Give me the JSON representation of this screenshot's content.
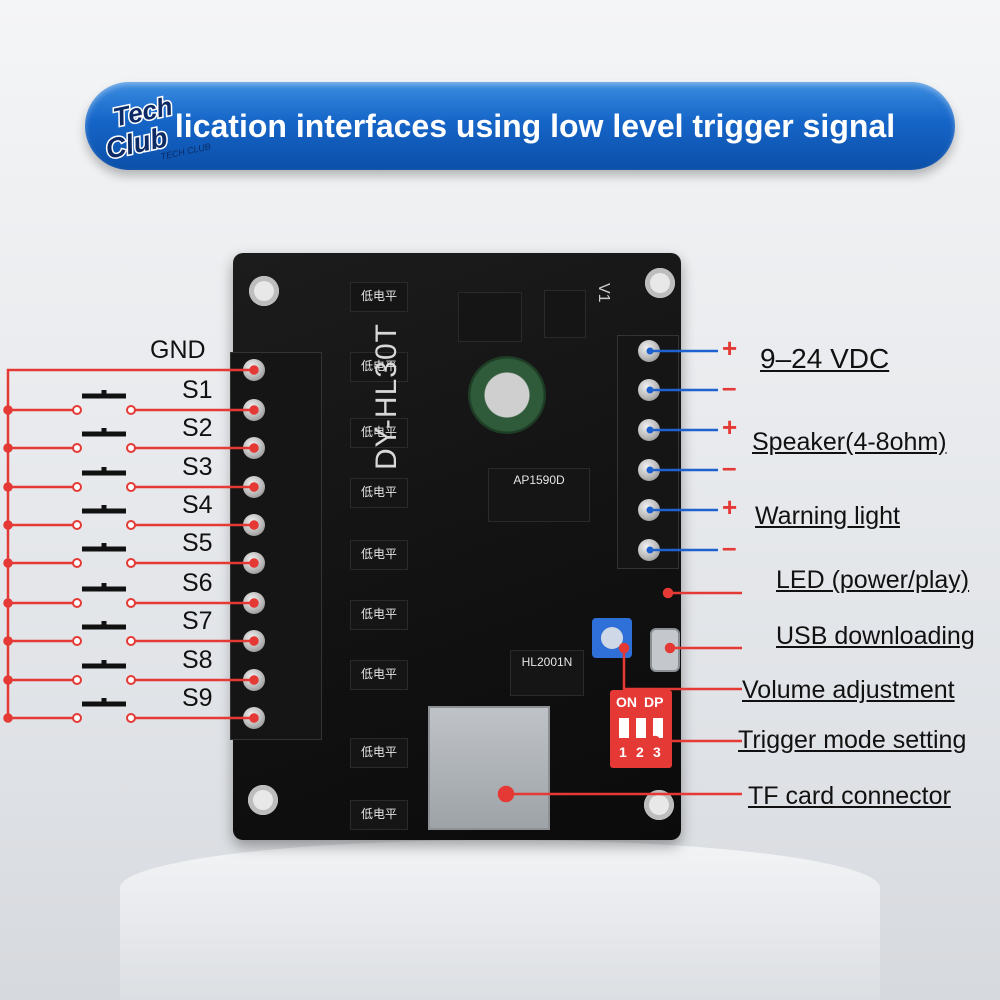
{
  "banner": {
    "text": "Application interfaces using low level trigger signal",
    "visible_text": "lication interfaces using low level trigger signal"
  },
  "logo": {
    "line1": "Tech",
    "line2": "Club",
    "sub": "TECH CLUB"
  },
  "board": {
    "model": "DY-HL30T",
    "version": "V1",
    "chip_label": "低电平",
    "main_chip": "AP1590D",
    "sub_chip": "HL2001N"
  },
  "left_terminals": [
    {
      "label": "GND"
    },
    {
      "label": "S1"
    },
    {
      "label": "S2"
    },
    {
      "label": "S3"
    },
    {
      "label": "S4"
    },
    {
      "label": "S5"
    },
    {
      "label": "S6"
    },
    {
      "label": "S7"
    },
    {
      "label": "S8"
    },
    {
      "label": "S9"
    }
  ],
  "right_terminals": [
    {
      "sign": "+",
      "label": "9–24 VDC"
    },
    {
      "sign": "–"
    },
    {
      "sign": "+",
      "label": "Speaker(4-8ohm)"
    },
    {
      "sign": "–"
    },
    {
      "sign": "+",
      "label": "Warning light"
    },
    {
      "sign": "–"
    }
  ],
  "callouts": [
    {
      "label": "LED (power/play)"
    },
    {
      "label": "USB downloading"
    },
    {
      "label": "Volume adjustment"
    },
    {
      "label": "Trigger mode setting"
    },
    {
      "label": "TF card connector"
    }
  ],
  "dip": {
    "on": "ON",
    "dp": "DP",
    "n1": "1",
    "n2": "2",
    "n3": "3"
  },
  "colors": {
    "wire": "#e53935",
    "wire_blue": "#1e62d0",
    "banner": "#1565c8",
    "dip": "#e53935"
  }
}
